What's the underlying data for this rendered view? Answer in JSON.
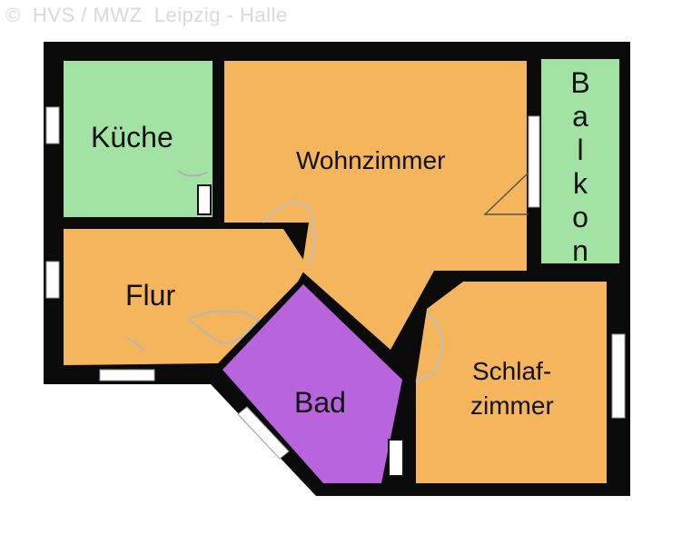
{
  "watermark": {
    "text": "©  HVS / MWZ  Leipzig - Halle"
  },
  "colors": {
    "wall": "#0a0a0a",
    "living": "#f4b55c",
    "kitchen": "#a2e3a4",
    "balcony": "#a2e3a4",
    "bath": "#b865dd",
    "watermark": "#d9d9d9"
  },
  "rooms": {
    "kitchen": {
      "label": "Küche"
    },
    "living": {
      "label": "Wohnzimmer"
    },
    "balcony": {
      "label": "Balkon"
    },
    "hall": {
      "label": "Flur"
    },
    "bath": {
      "label": "Bad"
    },
    "bedroom": {
      "line1": "Schlaf-",
      "line2": "zimmer"
    }
  }
}
